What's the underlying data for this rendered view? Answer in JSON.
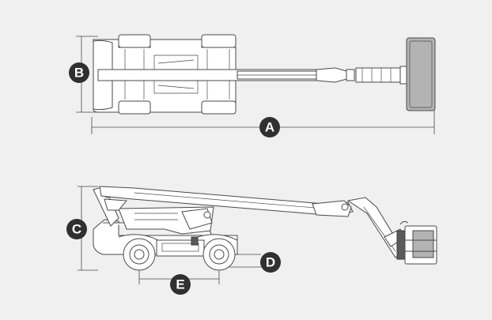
{
  "diagram": {
    "top_view_dimensions": {
      "length_label": "A",
      "width_label": "B"
    },
    "side_view_dimensions": {
      "height_label": "C",
      "ground_clearance_label": "D",
      "wheelbase_label": "E"
    },
    "colors": {
      "background": "#f1f0f1",
      "line": "#4a4a4a",
      "badge": "#303030",
      "platform": "#b3b3b3"
    }
  }
}
